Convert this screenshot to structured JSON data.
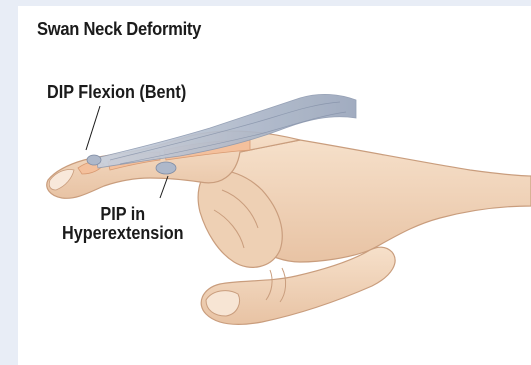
{
  "figure": {
    "title": "Swan Neck Deformity",
    "labels": {
      "dip": "DIP Flexion (Bent)",
      "pip_line1": "PIP in",
      "pip_line2": "Hyperextension"
    },
    "colors": {
      "background": "#e8edf6",
      "skin": "#f3d9c0",
      "skin_shadow": "#ddb79a",
      "tendon": "#b8c2d3",
      "bone": "#f4c09c",
      "text": "#1b1b1b"
    }
  }
}
